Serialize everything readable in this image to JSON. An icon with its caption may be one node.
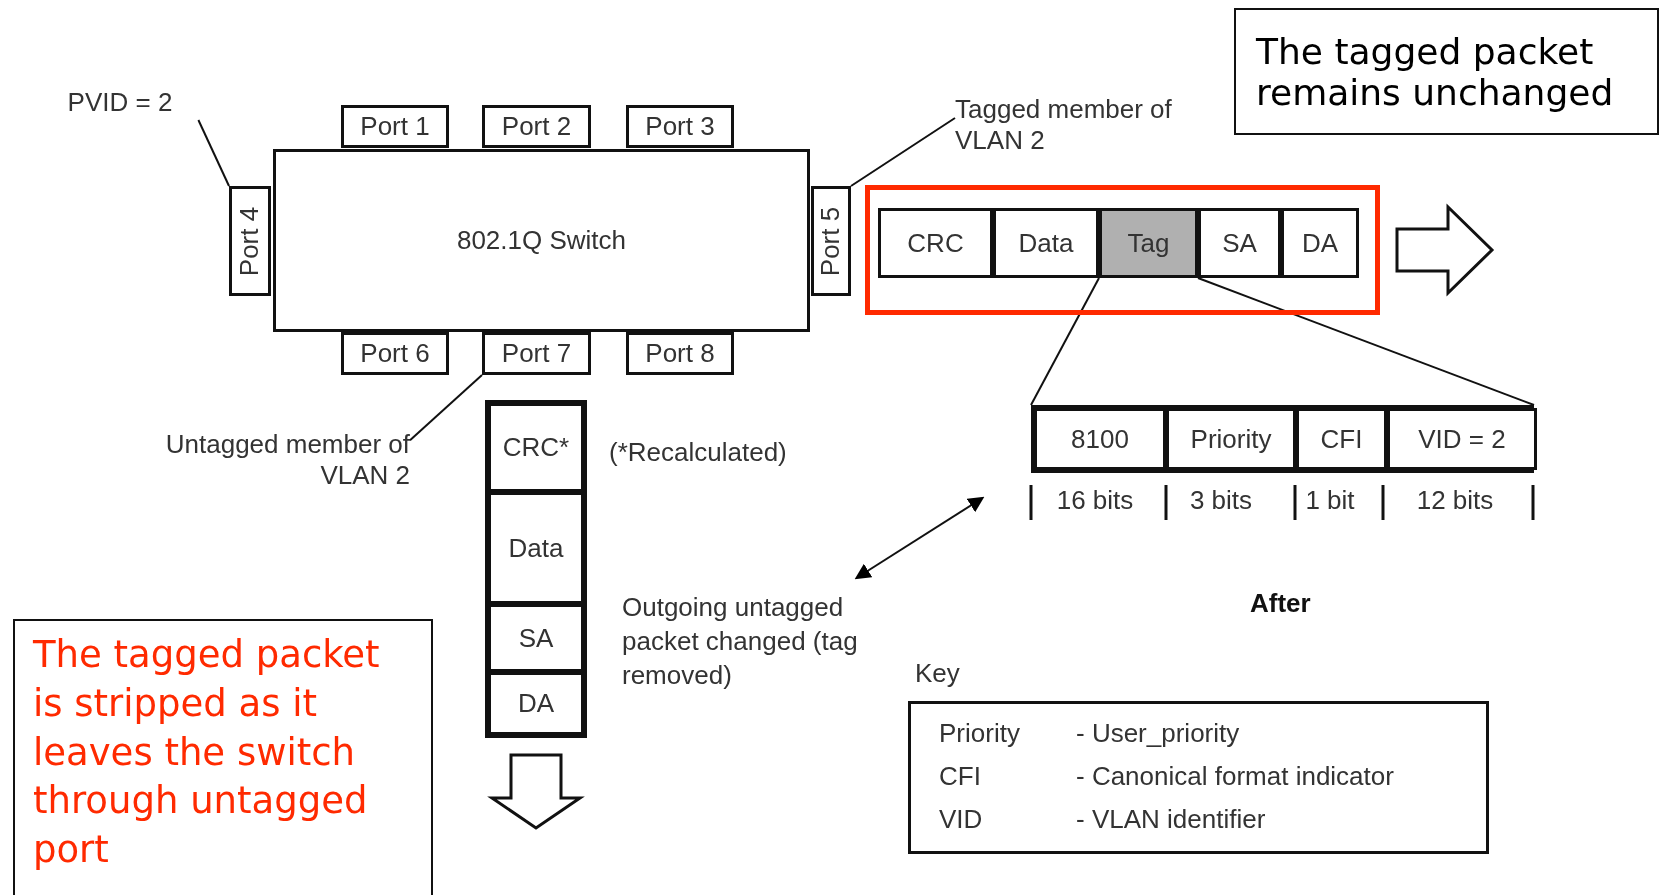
{
  "diagram": {
    "nodes": [
      {
        "text": [
          "PVID = 2"
        ]
      },
      {
        "text": [
          "Port 1"
        ]
      },
      {
        "text": [
          "Port 2"
        ]
      },
      {
        "text": [
          "Port 3"
        ]
      },
      {
        "text": [
          "Port 4"
        ]
      },
      {
        "text": [
          "802.1Q Switch"
        ]
      },
      {
        "text": [
          "Port 5"
        ]
      },
      {
        "text": [
          "Port 6"
        ]
      },
      {
        "text": [
          "Port 7"
        ]
      },
      {
        "text": [
          "Port 8"
        ]
      },
      {
        "text": [
          "Tagged member of VLAN 2"
        ]
      },
      {
        "text": [
          "The tagged packet remains unchanged"
        ]
      },
      {
        "text": [],
        "shape": "box"
      },
      {
        "text": [
          "CRC"
        ],
        "in": 12
      },
      {
        "text": [
          "Data"
        ],
        "in": 12
      },
      {
        "text": [
          "Tag"
        ],
        "in": 12
      },
      {
        "text": [
          "SA"
        ],
        "in": 12
      },
      {
        "text": [
          "DA"
        ],
        "in": 12
      },
      {
        "text": [],
        "shape": "box"
      },
      {
        "text": [
          "8100"
        ],
        "in": 18
      },
      {
        "text": [
          "Priority"
        ],
        "in": 18
      },
      {
        "text": [
          "CFI"
        ],
        "in": 18
      },
      {
        "text": [
          "VID = 2"
        ],
        "in": 18
      },
      {
        "text": [
          "Untagged member of VLAN 2"
        ]
      },
      {
        "text": [],
        "shape": "box"
      },
      {
        "text": [
          "CRC*"
        ],
        "in": 24,
        "beside": [
          "(*Recalculated)"
        ]
      },
      {
        "text": [
          "Data"
        ],
        "in": 24
      },
      {
        "text": [
          "SA"
        ],
        "in": 24
      },
      {
        "text": [
          "DA"
        ],
        "in": 24
      },
      {
        "text": [
          "Key",
          "Priority",
          "- User_priority",
          "CFI",
          "- Canonical format indicator",
          "VID",
          "- VLAN identifier"
        ]
      },
      {
        "text": [
          "The tagged packet is stripped as it leaves the switch through untagged port"
        ]
      }
    ],
    "edges": [
      {
        "from": 0,
        "to": 4,
        "arrow": "none"
      },
      {
        "from": 10,
        "to": 6,
        "arrow": "none"
      },
      {
        "from": 15,
        "to": 18,
        "arrow": "none"
      },
      {
        "from": 15,
        "to": 18,
        "arrow": "none"
      },
      {
        "from": 23,
        "to": 8,
        "arrow": "none"
      },
      {
        "from": 12,
        "to": null,
        "arrow": "to"
      },
      {
        "from": 24,
        "to": null,
        "arrow": "to"
      }
    ],
    "labels": [
      "16 bits",
      "3 bits",
      "1 bit",
      "12 bits",
      "Outgoing untagged packet changed (tag removed)",
      "After"
    ]
  }
}
